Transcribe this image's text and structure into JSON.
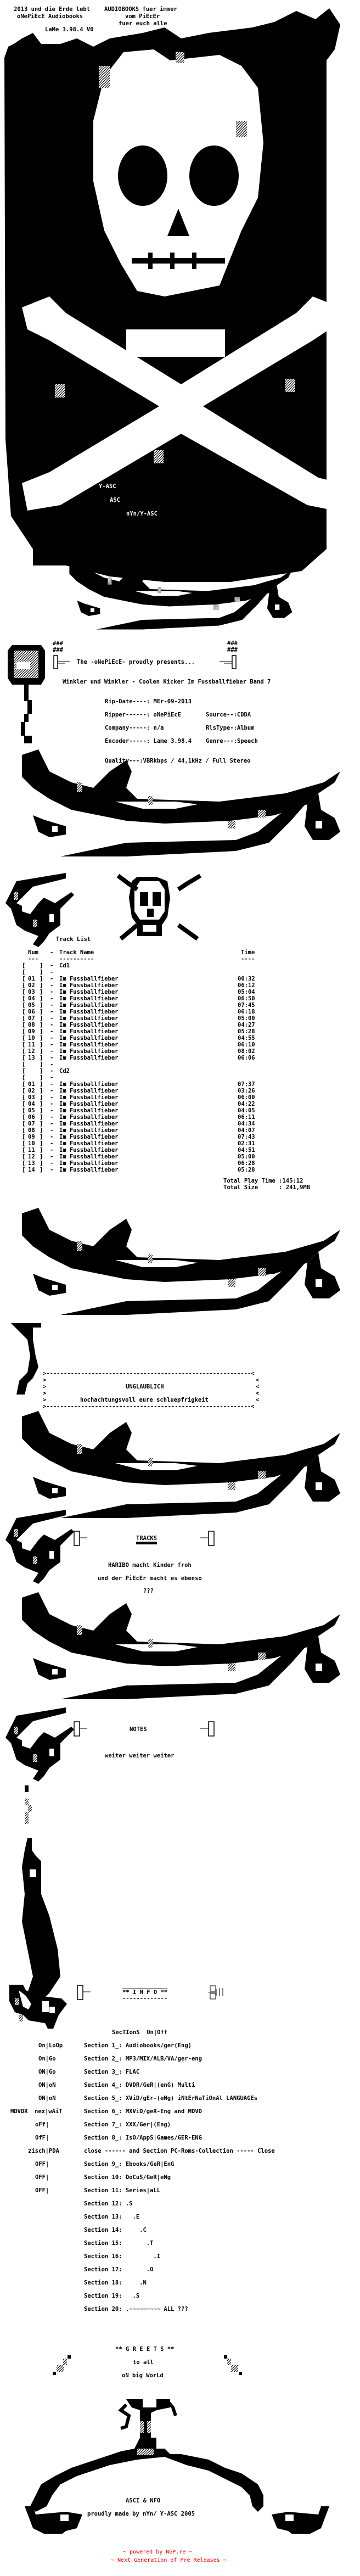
{
  "header": {
    "left_line1": "2013 und die Erde lebt",
    "left_line2": "oNePiEcE Audiobooks",
    "encoder_tag": "LaMe 3.98.4 V0",
    "right_line1": "AUDIOBOOKS fuer immer",
    "right_line2": "vom PiEcEr",
    "right_line3": "fuer euch alle"
  },
  "art_credits": {
    "tag1": "Y-ASC",
    "tag2": "ASC",
    "tag3": "nYn/Y-ASC"
  },
  "release": {
    "hashes": "###",
    "presents": "The -oNePiEcE- proudly presents...",
    "title": "Winkler und Winkler - Coolen Kicker Im Fussballfieber Band 7",
    "rip_date": "Rip-Date----: MEr-09-2013",
    "ripper": "Ripper------: oNePiEcE",
    "source": "Source--:CDDA",
    "company": "Company-----: n/a",
    "rlstype": "RlsType-:Album",
    "encoder": "Encoder-----: Lame 3.98.4",
    "genre": "Genre---:Speech",
    "quality": "Quality---:VBRkbps / 44,1kHz / Full Stereo"
  },
  "tracklist": {
    "title": "Track List",
    "col_num": "Num",
    "col_dash": "-",
    "col_name": "Track Name",
    "col_time": "Time",
    "underline_num": "---",
    "underline_name": "----------",
    "underline_time": "----",
    "rows": [
      {
        "num": "",
        "name": "Cd1",
        "time": ""
      },
      {
        "num": "",
        "name": "",
        "time": ""
      },
      {
        "num": "01",
        "name": "Im Fussballfieber",
        "time": "00:32"
      },
      {
        "num": "02",
        "name": "Im Fussballfieber",
        "time": "06:12"
      },
      {
        "num": "03",
        "name": "Im Fussballfieber",
        "time": "05:04"
      },
      {
        "num": "04",
        "name": "Im Fussballfieber",
        "time": "06:50"
      },
      {
        "num": "05",
        "name": "Im Fussballfieber",
        "time": "07:45"
      },
      {
        "num": "06",
        "name": "Im Fussballfieber",
        "time": "06:18"
      },
      {
        "num": "07",
        "name": "Im Fussballfieber",
        "time": "05:00"
      },
      {
        "num": "08",
        "name": "Im Fussballfieber",
        "time": "04:27"
      },
      {
        "num": "09",
        "name": "Im Fussballfieber",
        "time": "05:28"
      },
      {
        "num": "10",
        "name": "Im Fussballfieber",
        "time": "04:55"
      },
      {
        "num": "11",
        "name": "Im Fussballfieber",
        "time": "06:10"
      },
      {
        "num": "12",
        "name": "Im Fussballfieber",
        "time": "08:02"
      },
      {
        "num": "13",
        "name": "Im Fussballfieber",
        "time": "06:06"
      },
      {
        "num": "",
        "name": "",
        "time": ""
      },
      {
        "num": "",
        "name": "Cd2",
        "time": ""
      },
      {
        "num": "",
        "name": "",
        "time": ""
      },
      {
        "num": "01",
        "name": "Im Fussballfieber",
        "time": "07:37"
      },
      {
        "num": "02",
        "name": "Im Fussballfieber",
        "time": "03:26"
      },
      {
        "num": "03",
        "name": "Im Fussballfieber",
        "time": "06:00"
      },
      {
        "num": "04",
        "name": "Im Fussballfieber",
        "time": "04:22"
      },
      {
        "num": "05",
        "name": "Im Fussballfieber",
        "time": "04:05"
      },
      {
        "num": "06",
        "name": "Im Fussballfieber",
        "time": "06:11"
      },
      {
        "num": "07",
        "name": "Im Fussballfieber",
        "time": "04:34"
      },
      {
        "num": "08",
        "name": "Im Fussballfieber",
        "time": "04:07"
      },
      {
        "num": "09",
        "name": "Im Fussballfieber",
        "time": "07:43"
      },
      {
        "num": "10",
        "name": "Im Fussballfieber",
        "time": "02:31"
      },
      {
        "num": "11",
        "name": "Im Fussballfieber",
        "time": "04:51"
      },
      {
        "num": "12",
        "name": "Im Fussballfieber",
        "time": "05:00"
      },
      {
        "num": "13",
        "name": "Im Fussballfieber",
        "time": "06:28"
      },
      {
        "num": "14",
        "name": "Im Fussballfieber",
        "time": "05:28"
      }
    ],
    "total_time": "Total Play Time :145:12",
    "total_size": "Total Size      : 241,9MB"
  },
  "box": {
    "border_top": ">-----------------------------------------------------------<",
    "side_left": ">",
    "side_right": "<",
    "heading": "UNGLAUBLICH",
    "text": "hochachtungsvoll eure schluepfrigkeit"
  },
  "tracks_section": {
    "heading": "TRACKS",
    "line1": "HARIBO macht Kinder froh",
    "line2": "und der PiEcEr macht es ebenso",
    "line3": "???"
  },
  "notes_section": {
    "heading": "NOTES",
    "text": "weiter weiter weiter"
  },
  "info_section": {
    "heading": "** I N F O **",
    "underline": "-------------",
    "sections_header": "SecTIonS  On|Off",
    "rows": [
      {
        "pre": "",
        "status": "On|LoOp",
        "text": "Section 1_: Audiobooks/ger(Eng)"
      },
      {
        "pre": "",
        "status": "On|Go",
        "text": "Section 2_: MP3/MIX/ALB/VA/ger-eng"
      },
      {
        "pre": "",
        "status": "ON|Go",
        "text": "Section 3_: FLAC"
      },
      {
        "pre": "",
        "status": "ON|oN",
        "text": "Section 4_: DVDR/GeR|(enG) Multi"
      },
      {
        "pre": "",
        "status": "ON|oN",
        "text": "Section 5_: XViD/gEr-(eNg) iNtErNaTiOnAl LANGUAGEs"
      },
      {
        "pre": "MDVDR",
        "status": "nex|wAiT",
        "text": "Section 6_: MXViD/geR-Eng and MDVD"
      },
      {
        "pre": "",
        "status": "oFf|",
        "text": "Section 7_: XXX/Ger|(Eng)"
      },
      {
        "pre": "",
        "status": "OfF|",
        "text": "Section 8_: IsO/AppS|Games/GER-ENG"
      },
      {
        "pre": "",
        "status": "zisch|PDA",
        "text": "close ------ and Section PC-Roms-Collection ----- Close"
      },
      {
        "pre": "",
        "status": "OFF|",
        "text": "Section 9_: Ebooks/GeR|EnG"
      },
      {
        "pre": "",
        "status": "OFF|",
        "text": "Section 10: DoCuS/GeR|eNg"
      },
      {
        "pre": "",
        "status": "OFF|",
        "text": "Section 11: Series|aLL"
      },
      {
        "pre": "",
        "status": "",
        "text": "Section 12: .S"
      },
      {
        "pre": "",
        "status": "",
        "text": "Section 13:   .E"
      },
      {
        "pre": "",
        "status": "",
        "text": "Section 14:     .C"
      },
      {
        "pre": "",
        "status": "",
        "text": "Section 15:       .T"
      },
      {
        "pre": "",
        "status": "",
        "text": "Section 16:         .I"
      },
      {
        "pre": "",
        "status": "",
        "text": "Section 17:       .O"
      },
      {
        "pre": "",
        "status": "",
        "text": "Section 18:     .N"
      },
      {
        "pre": "",
        "status": "",
        "text": "Section 19:   .S"
      },
      {
        "pre": "",
        "status": "",
        "text": "Section 20: .~~~~~~~~~ ALL ???"
      }
    ]
  },
  "greets": {
    "heading": "** G R E E T S **",
    "line1": "to all",
    "line2": "oN big WorLd"
  },
  "credits": {
    "line1": "ASCI & NFO",
    "line2": "proudly made by nYn/ Y-ASC 2005"
  },
  "footer": {
    "line1": "~ powered by NGP.re ~",
    "line2": "~ Next Generation of Pre Releases ~",
    "color": "#ff0000"
  }
}
